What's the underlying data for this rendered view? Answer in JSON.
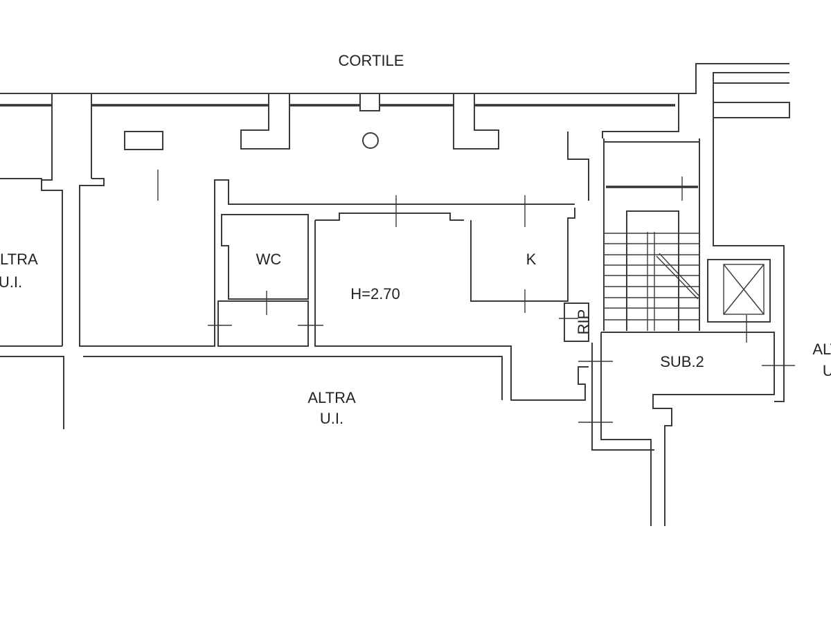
{
  "labels": {
    "courtyard": "CORTILE",
    "left_unit_line1": "ALTRA",
    "left_unit_line2": "U.I.",
    "bottom_unit_line1": "ALTRA",
    "bottom_unit_line2": "U.I.",
    "right_unit_line1": "ALTRA",
    "right_unit_line2": "U.I.",
    "wc": "WC",
    "kitchen": "K",
    "height": "H=2.70",
    "storage": "RIP",
    "subunit": "SUB.2"
  },
  "colors": {
    "line": "#3a3a3a",
    "background": "#ffffff"
  }
}
